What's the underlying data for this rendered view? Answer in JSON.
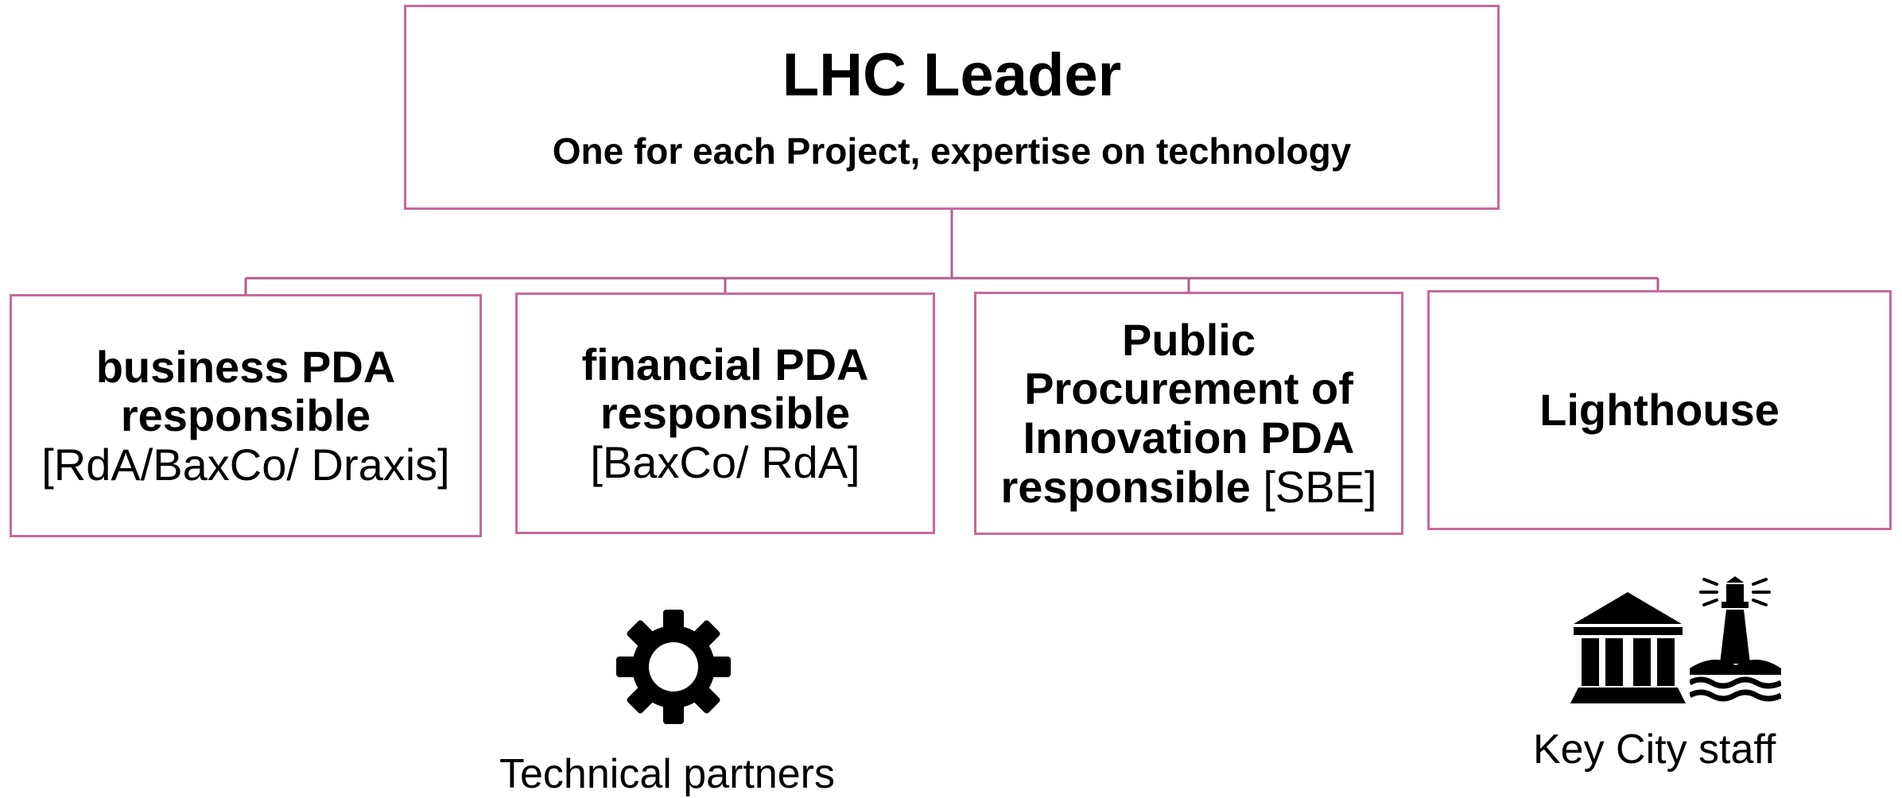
{
  "leader": {
    "title": "LHC Leader",
    "subtitle": "One for each Project, expertise on technology"
  },
  "roles": [
    {
      "lines": [
        {
          "bold": "business PDA"
        },
        {
          "bold": "responsible"
        },
        {
          "normal": "[RdA/BaxCo/ Draxis]"
        }
      ]
    },
    {
      "lines": [
        {
          "bold": "financial PDA"
        },
        {
          "bold": "responsible"
        },
        {
          "normal": "[BaxCo/ RdA]"
        }
      ]
    },
    {
      "lines": [
        {
          "bold": "Public"
        },
        {
          "bold": "Procurement of"
        },
        {
          "bold": "Innovation PDA"
        },
        {
          "bold": "responsible",
          "normal": " [SBE]"
        }
      ]
    },
    {
      "lines": [
        {
          "bold": "Lighthouse"
        }
      ]
    }
  ],
  "captions": {
    "technical": "Technical partners",
    "city": "Key City staff"
  },
  "icons": {
    "gear": "gear-icon",
    "bank": "bank-building-icon",
    "lighthouse": "lighthouse-icon"
  },
  "colors": {
    "box_border": "#c9699a",
    "connector": "#b05d8a",
    "text": "#000000"
  }
}
